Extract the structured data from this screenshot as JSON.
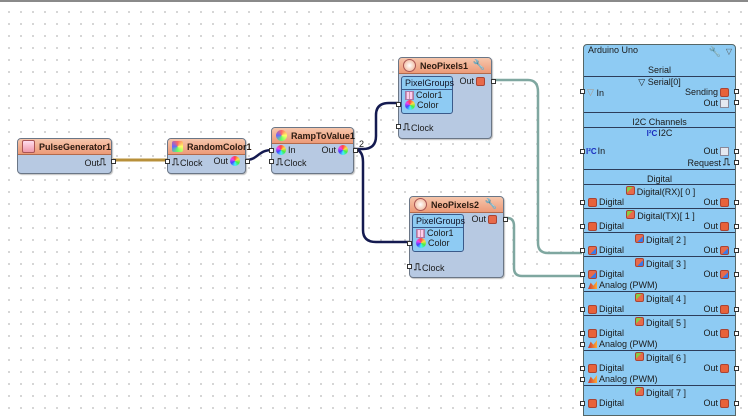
{
  "canvas": {
    "grid": "dotted"
  },
  "nodes": {
    "pulse": {
      "title": "PulseGenerator1",
      "icon": "pulse-generator-icon",
      "out_label": "Out"
    },
    "random": {
      "title": "RandomColor1",
      "icon": "random-color-icon",
      "clock_label": "Clock",
      "out_label": "Out"
    },
    "ramp": {
      "title": "RampToValue1",
      "icon": "ramp-icon",
      "in_label": "In",
      "clock_label": "Clock",
      "out_label": "Out",
      "out_count": "2"
    },
    "neo1": {
      "title": "NeoPixels1",
      "icon": "neopixels-icon",
      "group_title": "PixelGroups",
      "color1_label": "Color1",
      "color_label": "Color",
      "out_label": "Out",
      "clock_label": "Clock"
    },
    "neo2": {
      "title": "NeoPixels2",
      "icon": "neopixels-icon",
      "group_title": "PixelGroups",
      "color1_label": "Color1",
      "color_label": "Color",
      "out_label": "Out",
      "clock_label": "Clock"
    }
  },
  "arduino": {
    "title": "Arduino Uno",
    "serial": {
      "section": "Serial",
      "channel": "Serial[0]",
      "in_label": "In",
      "sending_label": "Sending",
      "out_label": "Out"
    },
    "i2c": {
      "section": "I2C Channels",
      "channel": "I2C",
      "in_label": "In",
      "out_label": "Out",
      "request_label": "Request"
    },
    "digital": {
      "section": "Digital",
      "channels": [
        {
          "name": "Digital(RX)[ 0 ]",
          "in_label": "Digital",
          "out_label": "Out",
          "pwm": null
        },
        {
          "name": "Digital(TX)[ 1 ]",
          "in_label": "Digital",
          "out_label": "Out",
          "pwm": null
        },
        {
          "name": "Digital[ 2 ]",
          "in_label": "Digital",
          "out_label": "Out",
          "pwm": null
        },
        {
          "name": "Digital[ 3 ]",
          "in_label": "Digital",
          "out_label": "Out",
          "pwm": "Analog (PWM)"
        },
        {
          "name": "Digital[ 4 ]",
          "in_label": "Digital",
          "out_label": "Out",
          "pwm": null
        },
        {
          "name": "Digital[ 5 ]",
          "in_label": "Digital",
          "out_label": "Out",
          "pwm": "Analog (PWM)"
        },
        {
          "name": "Digital[ 6 ]",
          "in_label": "Digital",
          "out_label": "Out",
          "pwm": "Analog (PWM)"
        },
        {
          "name": "Digital[ 7 ]",
          "in_label": "Digital",
          "out_label": "Out",
          "pwm": null
        }
      ]
    }
  },
  "wires": [
    {
      "from": "PulseGenerator1.Out",
      "to": "RandomColor1.Clock",
      "color": "#b8903a"
    },
    {
      "from": "RandomColor1.Out",
      "to": "RampToValue1.In",
      "color": "#141a50"
    },
    {
      "from": "RampToValue1.Out",
      "to": "NeoPixels1.Color",
      "color": "#141a50"
    },
    {
      "from": "RampToValue1.Out",
      "to": "NeoPixels2.Color",
      "color": "#141a50"
    },
    {
      "from": "NeoPixels1.Out",
      "to": "Arduino Uno.Digital[ 2 ]",
      "color": "#7fa7a0"
    },
    {
      "from": "NeoPixels2.Out",
      "to": "Arduino Uno.Digital[ 3 ]",
      "color": "#7fa7a0"
    }
  ]
}
